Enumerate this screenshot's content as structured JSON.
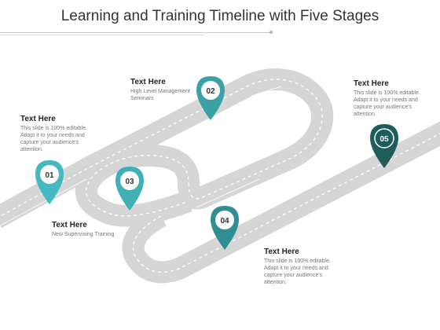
{
  "title": "Learning and Training Timeline with Five Stages",
  "colors": {
    "road": "#d6d6d6",
    "road_dash": "#ffffff",
    "teal_light": "#45b9c1",
    "teal_mid": "#2f8f93",
    "teal_dark": "#1e5d5b"
  },
  "stages": [
    {
      "number": "01",
      "heading": "Text Here",
      "text": "This slide is 100% editable. Adapt it to your needs and capture your audience's attention."
    },
    {
      "number": "02",
      "heading": "Text Here",
      "text": "High Level Management Seminars"
    },
    {
      "number": "03",
      "heading": "Text Here",
      "text": "New Supervising Training"
    },
    {
      "number": "04",
      "heading": "Text Here",
      "text": "This slide is 100% editable. Adapt it to your needs and capture your audience's attention."
    },
    {
      "number": "05",
      "heading": "Text Here",
      "text": "This slide is 100% editable. Adapt it to your needs and capture your audience's attention."
    }
  ]
}
